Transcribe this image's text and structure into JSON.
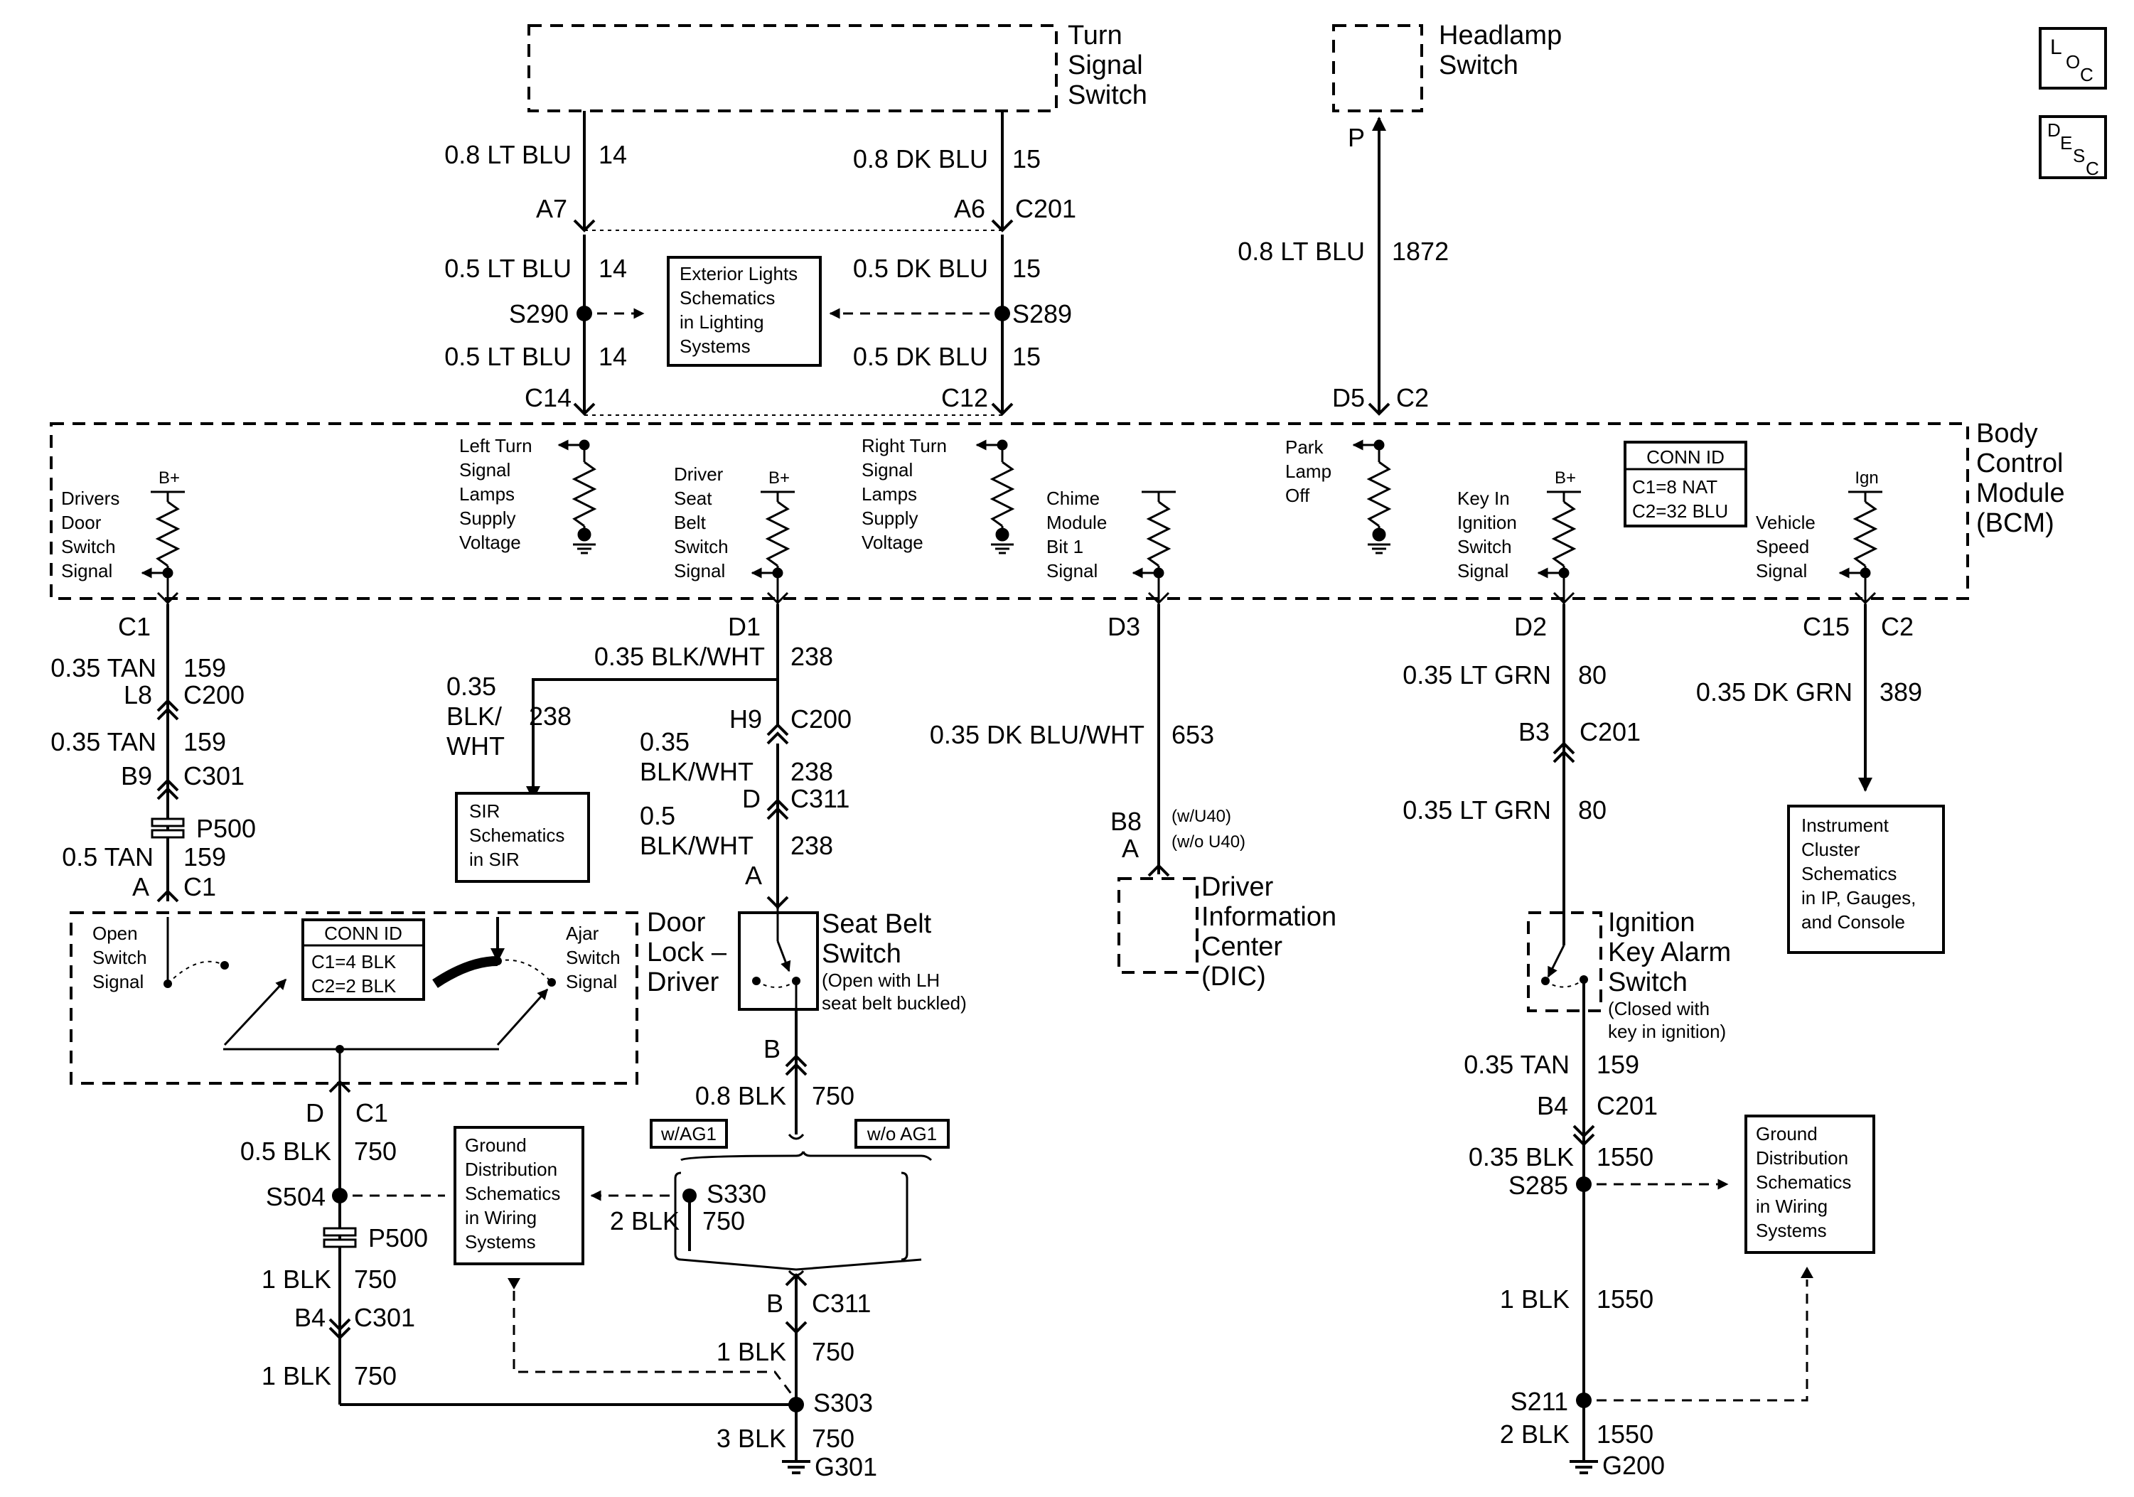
{
  "turn_signal_switch": {
    "line1": "Turn",
    "line2": "Signal",
    "line3": "Switch"
  },
  "headlamp_switch": {
    "line1": "Headlamp",
    "line2": "Switch"
  },
  "loc_icon": {
    "a": "L",
    "b": "O",
    "c": "C"
  },
  "desc_icon": {
    "a": "D",
    "b": "E",
    "c": "S",
    "d": "C"
  },
  "bcm": {
    "line1": "Body",
    "line2": "Control",
    "line3": "Module",
    "line4": "(BCM)",
    "conn_id": "CONN ID",
    "conn_c1": "C1=8 NAT",
    "conn_c2": "C2=32 BLU",
    "drivers_door": [
      "Drivers",
      "Door",
      "Switch",
      "Signal"
    ],
    "left_turn": [
      "Left Turn",
      "Signal",
      "Lamps",
      "Supply",
      "Voltage"
    ],
    "driver_seat": [
      "Driver",
      "Seat",
      "Belt",
      "Switch",
      "Signal"
    ],
    "right_turn": [
      "Right Turn",
      "Signal",
      "Lamps",
      "Supply",
      "Voltage"
    ],
    "chime": [
      "Chime",
      "Module",
      "Bit 1",
      "Signal"
    ],
    "park_lamp": [
      "Park",
      "Lamp",
      "Off"
    ],
    "key_in": [
      "Key In",
      "Ignition",
      "Switch",
      "Signal"
    ],
    "vss": [
      "Vehicle",
      "Speed",
      "Signal"
    ],
    "bplus": "B+",
    "ign": "Ign"
  },
  "w14": {
    "top": "0.8 LT BLU",
    "ckt": "14",
    "conn": "A7",
    "mid": "0.5 LT BLU",
    "bot": "0.5 LT BLU",
    "splice": "S290",
    "bcm": "C14"
  },
  "w15": {
    "top": "0.8 DK BLU",
    "ckt": "15",
    "conn": "A6",
    "conn2": "C201",
    "mid": "0.5 DK BLU",
    "bot": "0.5 DK BLU",
    "splice": "S289",
    "bcm": "C12"
  },
  "w1872": {
    "p": "P",
    "wire": "0.8 LT BLU",
    "ckt": "1872",
    "pin": "D5",
    "conn": "C2"
  },
  "ext_lights": [
    "Exterior Lights",
    "Schematics",
    "in Lighting",
    "Systems"
  ],
  "w159": {
    "pin": "C1",
    "wire1": "0.35 TAN",
    "ckt": "159",
    "l8": "L8",
    "c200": "C200",
    "wire2": "0.35 TAN",
    "b9": "B9",
    "c301": "C301",
    "p500": "P500",
    "wire3": "0.5 TAN",
    "a": "A",
    "c1": "C1"
  },
  "door_lock": {
    "l1": "Door",
    "l2": "Lock –",
    "l3": "Driver",
    "open": [
      "Open",
      "Switch",
      "Signal"
    ],
    "ajar": [
      "Ajar",
      "Switch",
      "Signal"
    ],
    "conn_id": "CONN ID",
    "c1": "C1=4 BLK",
    "c2": "C2=2 BLK",
    "d": "D",
    "c1pin": "C1"
  },
  "w750L": {
    "wire1": "0.5 BLK",
    "ckt": "750",
    "s504": "S504",
    "p500": "P500",
    "wire2": "1 BLK",
    "b4": "B4",
    "c301": "C301",
    "wire3": "1 BLK"
  },
  "gnd_dist": [
    "Ground",
    "Distribution",
    "Schematics",
    "in Wiring",
    "Systems"
  ],
  "w238": {
    "pin": "D1",
    "wire1": "0.35 BLK/WHT",
    "ckt": "238",
    "sir_wire_a": "0.35",
    "sir_wire_b": "BLK/",
    "sir_wire_c": "WHT",
    "h9": "H9",
    "c200": "C200",
    "wire2a": "0.35",
    "wire2b": "BLK/WHT",
    "d": "D",
    "c311": "C311",
    "wire3a": "0.5",
    "wire3b": "BLK/WHT",
    "a": "A"
  },
  "sir": [
    "SIR",
    "Schematics",
    "in SIR"
  ],
  "seat_belt": {
    "l1": "Seat Belt",
    "l2": "Switch",
    "n1": "(Open with LH",
    "n2": "seat belt buckled)",
    "b": "B"
  },
  "w750C": {
    "wire1": "0.8 BLK",
    "ckt": "750",
    "wag1": "w/AG1",
    "woag1": "w/o AG1",
    "s330": "S330",
    "wire2": "2 BLK",
    "b": "B",
    "c311": "C311",
    "wire3": "1 BLK",
    "s303": "S303",
    "wire4": "3 BLK",
    "g301": "G301"
  },
  "w653": {
    "pin": "D3",
    "wire": "0.35 DK BLU/WHT",
    "ckt": "653",
    "b8": "B8",
    "a": "A",
    "wu40": "(w/U40)",
    "wou40": "(w/o U40)"
  },
  "dic": [
    "Driver",
    "Information",
    "Center",
    "(DIC)"
  ],
  "w80": {
    "pin": "D2",
    "wire1": "0.35 LT GRN",
    "ckt": "80",
    "b3": "B3",
    "c201": "C201",
    "wire2": "0.35 LT GRN"
  },
  "ign_key": {
    "l1": "Ignition",
    "l2": "Key Alarm",
    "l3": "Switch",
    "n1": "(Closed with",
    "n2": "key in ignition)"
  },
  "w1550": {
    "wire0": "0.35 TAN",
    "ckt0": "159",
    "b4": "B4",
    "c201": "C201",
    "wire1": "0.35 BLK",
    "ckt": "1550",
    "s285": "S285",
    "wire2": "1 BLK",
    "s211": "S211",
    "wire3": "2 BLK",
    "g200": "G200"
  },
  "w389": {
    "pin": "C15",
    "conn": "C2",
    "wire": "0.35 DK GRN",
    "ckt": "389"
  },
  "ipc": [
    "Instrument",
    "Cluster",
    "Schematics",
    "in IP, Gauges,",
    "and Console"
  ]
}
